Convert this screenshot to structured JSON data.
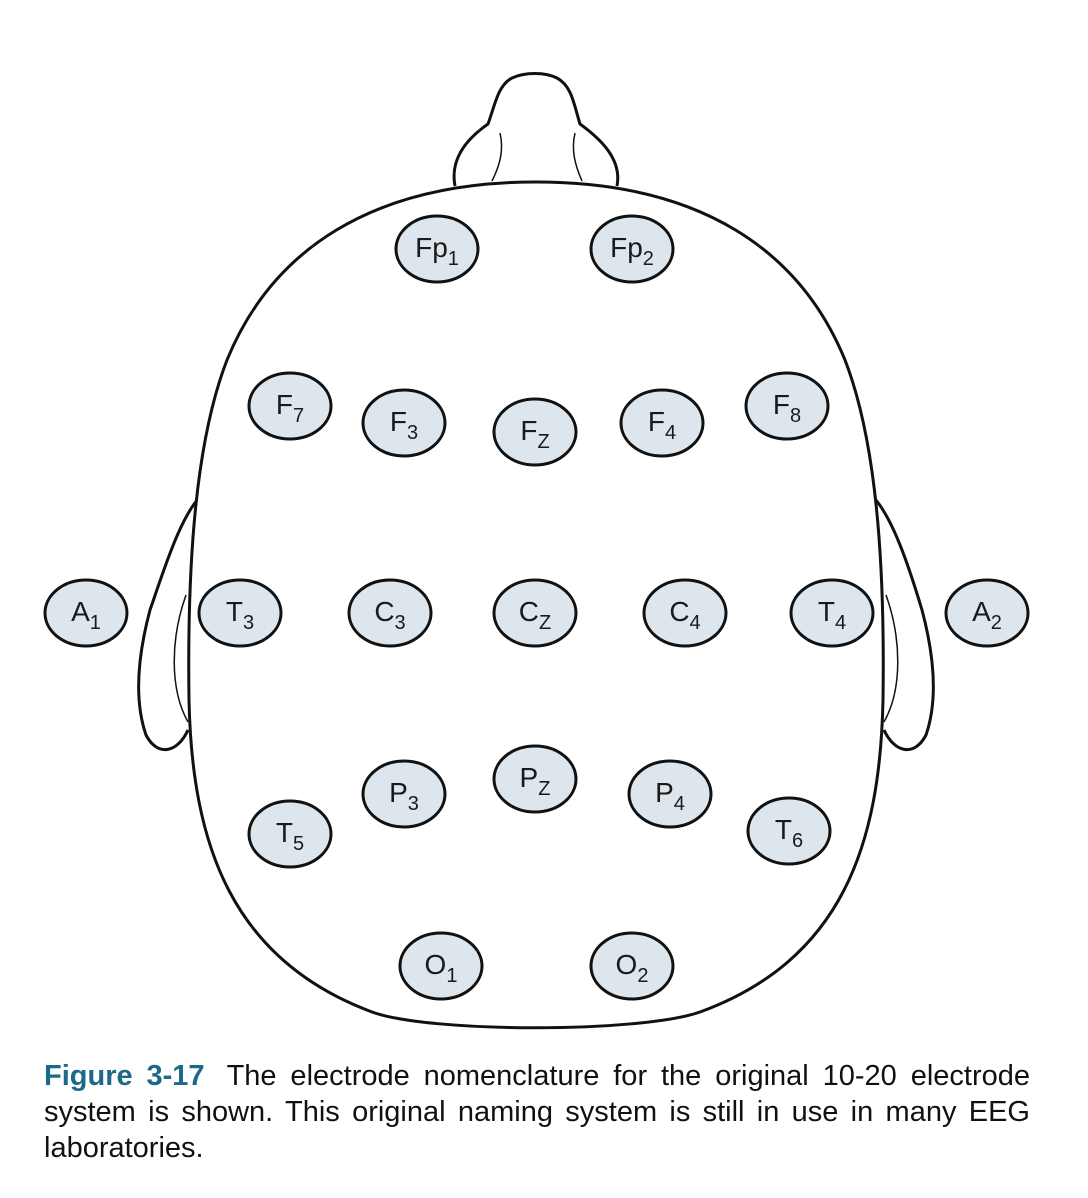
{
  "electrodes": [
    {
      "id": "fp1",
      "base": "Fp",
      "sub": "1"
    },
    {
      "id": "fp2",
      "base": "Fp",
      "sub": "2"
    },
    {
      "id": "f7",
      "base": "F",
      "sub": "7"
    },
    {
      "id": "f3",
      "base": "F",
      "sub": "3"
    },
    {
      "id": "fz",
      "base": "F",
      "sub": "Z"
    },
    {
      "id": "f4",
      "base": "F",
      "sub": "4"
    },
    {
      "id": "f8",
      "base": "F",
      "sub": "8"
    },
    {
      "id": "a1",
      "base": "A",
      "sub": "1"
    },
    {
      "id": "t3",
      "base": "T",
      "sub": "3"
    },
    {
      "id": "c3",
      "base": "C",
      "sub": "3"
    },
    {
      "id": "cz",
      "base": "C",
      "sub": "Z"
    },
    {
      "id": "c4",
      "base": "C",
      "sub": "4"
    },
    {
      "id": "t4",
      "base": "T",
      "sub": "4"
    },
    {
      "id": "a2",
      "base": "A",
      "sub": "2"
    },
    {
      "id": "p3",
      "base": "P",
      "sub": "3"
    },
    {
      "id": "pz",
      "base": "P",
      "sub": "Z"
    },
    {
      "id": "p4",
      "base": "P",
      "sub": "4"
    },
    {
      "id": "t5",
      "base": "T",
      "sub": "5"
    },
    {
      "id": "t6",
      "base": "T",
      "sub": "6"
    },
    {
      "id": "o1",
      "base": "O",
      "sub": "1"
    },
    {
      "id": "o2",
      "base": "O",
      "sub": "2"
    }
  ],
  "caption": {
    "figure_label": "Figure 3-17",
    "text": "The electrode nomenclature for the original 10-20 electrode system is shown. This original naming system is still in use in many EEG laboratories."
  },
  "colors": {
    "electrode_fill": "#dde6ec",
    "outline": "#111111",
    "figure_label": "#1c6a87"
  }
}
